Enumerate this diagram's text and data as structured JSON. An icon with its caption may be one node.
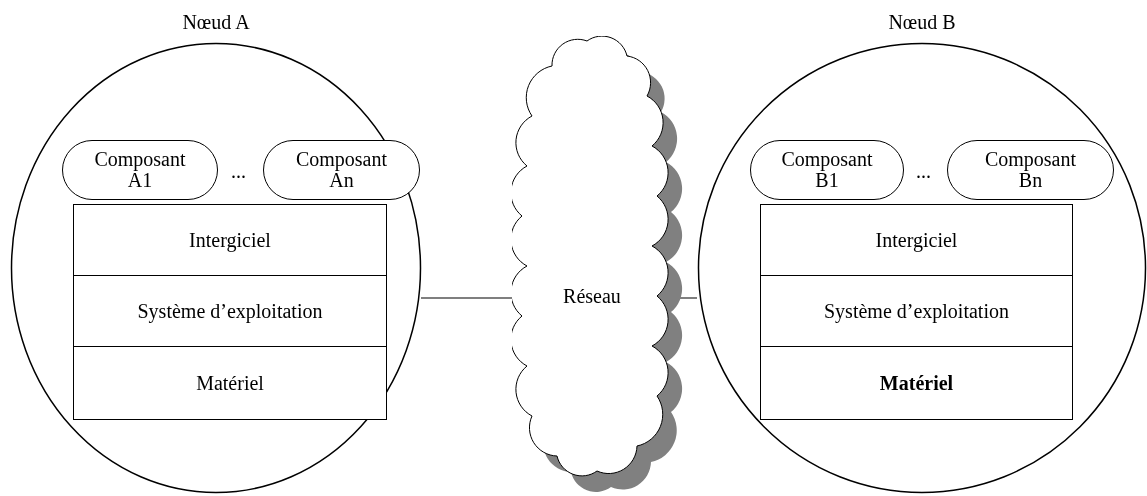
{
  "diagram": {
    "nodes": [
      {
        "text": [
          "Nœud A"
        ]
      },
      {
        "text": [
          "Composant A1"
        ],
        "in": 0
      },
      {
        "text": [
          "Composant An"
        ],
        "in": 0
      },
      {
        "text": [
          "Intergiciel"
        ],
        "in": 0
      },
      {
        "text": [
          "Système d’exploitation"
        ],
        "in": 0
      },
      {
        "text": [
          "Matériel"
        ],
        "in": 0
      },
      {
        "text": [
          "Réseau"
        ]
      },
      {
        "text": [
          "Nœud B"
        ]
      },
      {
        "text": [
          "Composant B1"
        ],
        "in": 7
      },
      {
        "text": [
          "Composant Bn"
        ],
        "in": 7
      },
      {
        "text": [
          "Intergiciel"
        ],
        "in": 7
      },
      {
        "text": [
          "Système d’exploitation"
        ],
        "in": 7
      },
      {
        "text": [
          "Matériel"
        ],
        "in": 7
      }
    ],
    "edges": [
      {
        "from": 0,
        "to": 6,
        "arrow": "none"
      },
      {
        "from": 6,
        "to": 7,
        "arrow": "none"
      }
    ],
    "labels": [
      "...",
      "..."
    ]
  }
}
